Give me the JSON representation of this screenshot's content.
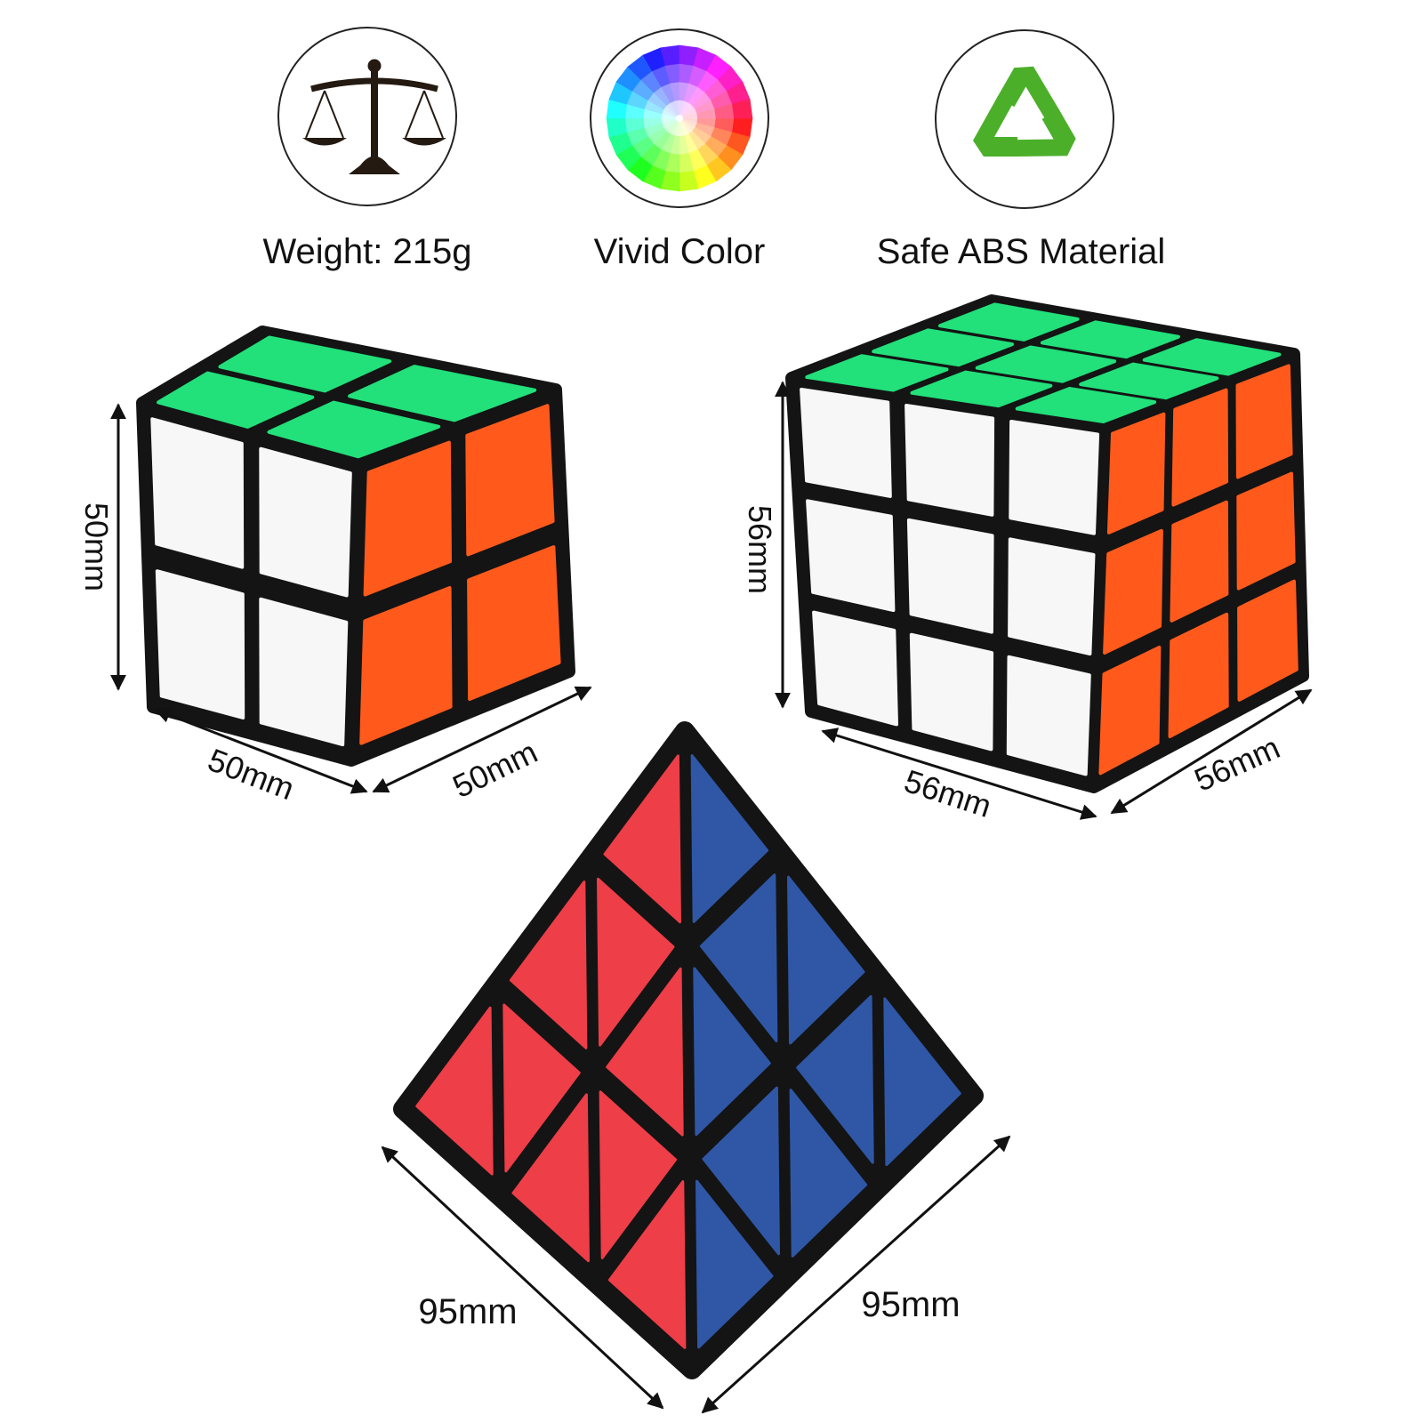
{
  "features": [
    {
      "icon": "balance-scale-icon",
      "label": "Weight: 215g"
    },
    {
      "icon": "color-wheel-icon",
      "label": "Vivid Color"
    },
    {
      "icon": "recycle-icon",
      "label": "Safe ABS Material"
    }
  ],
  "products": {
    "cube_2x2": {
      "height": "50mm",
      "width": "50mm",
      "depth": "50mm"
    },
    "cube_3x3": {
      "height": "56mm",
      "width": "56mm",
      "depth": "56mm"
    },
    "pyraminx": {
      "edge_left": "95mm",
      "edge_right": "95mm"
    }
  },
  "colors": {
    "green": "#22e07a",
    "orange": "#ff5a1c",
    "white": "#f7f7f7",
    "black": "#141414",
    "red": "#ee3e48",
    "blue": "#2f57a6",
    "recycle_green": "#4caf2a"
  }
}
